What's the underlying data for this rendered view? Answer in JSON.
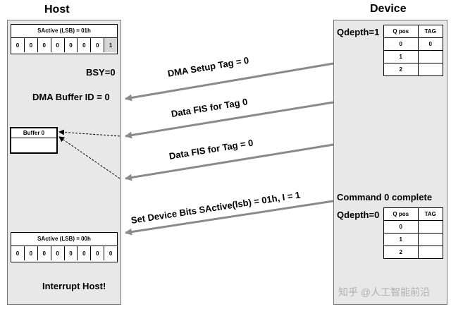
{
  "host": {
    "title": "Host",
    "reg_top": {
      "title": "SActive (LSB) = 01h",
      "bits": [
        "0",
        "0",
        "0",
        "0",
        "0",
        "0",
        "0",
        "1"
      ]
    },
    "busy": "BSY=0",
    "dma_buffer": "DMA Buffer ID = 0",
    "buffer": {
      "title": "Buffer 0"
    },
    "reg_bottom": {
      "title": "SActive (LSB) = 00h",
      "bits": [
        "0",
        "0",
        "0",
        "0",
        "0",
        "0",
        "0",
        "0"
      ]
    },
    "interrupt": "Interrupt Host!"
  },
  "device": {
    "title": "Device",
    "qdepth_top": "Qdepth=1",
    "table_top": {
      "headers": [
        "Q pos",
        "TAG"
      ],
      "rows": [
        [
          "0",
          "0"
        ],
        [
          "1",
          ""
        ],
        [
          "2",
          ""
        ]
      ]
    },
    "command_complete": "Command 0 complete",
    "qdepth_bottom": "Qdepth=0",
    "table_bottom": {
      "headers": [
        "Q pos",
        "TAG"
      ],
      "rows": [
        [
          "0",
          ""
        ],
        [
          "1",
          ""
        ],
        [
          "2",
          ""
        ]
      ]
    }
  },
  "messages": [
    "DMA Setup Tag = 0",
    "Data FIS for Tag 0",
    "Data FIS for Tag = 0",
    "Set Device Bits SActive(lsb) = 01h, I = 1"
  ],
  "watermark": "知乎 @人工智能前沿"
}
